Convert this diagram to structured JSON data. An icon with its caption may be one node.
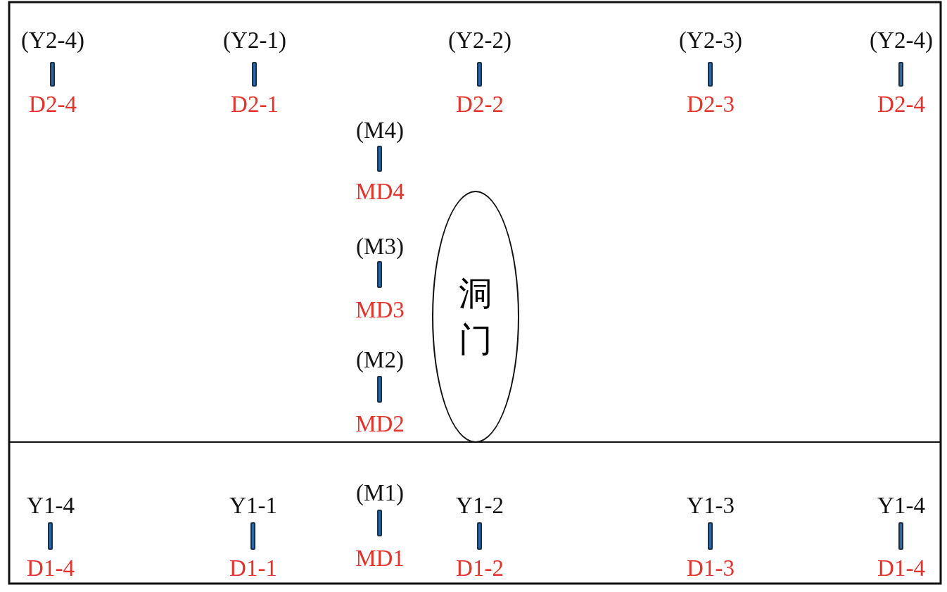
{
  "diagram": {
    "nodes": [
      {
        "text": [
          "(Y2-4)",
          "D2-4"
        ]
      },
      {
        "text": [
          "(Y2-1)",
          "D2-1"
        ]
      },
      {
        "text": [
          "(Y2-2)",
          "D2-2"
        ]
      },
      {
        "text": [
          "(Y2-3)",
          "D2-3"
        ]
      },
      {
        "text": [
          "(Y2-4)",
          "D2-4"
        ]
      },
      {
        "text": [
          "(M4)",
          "MD4"
        ]
      },
      {
        "text": [
          "(M3)",
          "MD3"
        ]
      },
      {
        "text": [
          "(M2)",
          "MD2"
        ]
      },
      {
        "text": [
          "洞门"
        ]
      },
      {
        "text": [
          "Y1-4",
          "D1-4"
        ]
      },
      {
        "text": [
          "Y1-1",
          "D1-1"
        ]
      },
      {
        "text": [
          "(M1)",
          "MD1"
        ]
      },
      {
        "text": [
          "Y1-2",
          "D1-2"
        ]
      },
      {
        "text": [
          "Y1-3",
          "D1-3"
        ]
      },
      {
        "text": [
          "Y1-4",
          "D1-4"
        ]
      }
    ]
  }
}
